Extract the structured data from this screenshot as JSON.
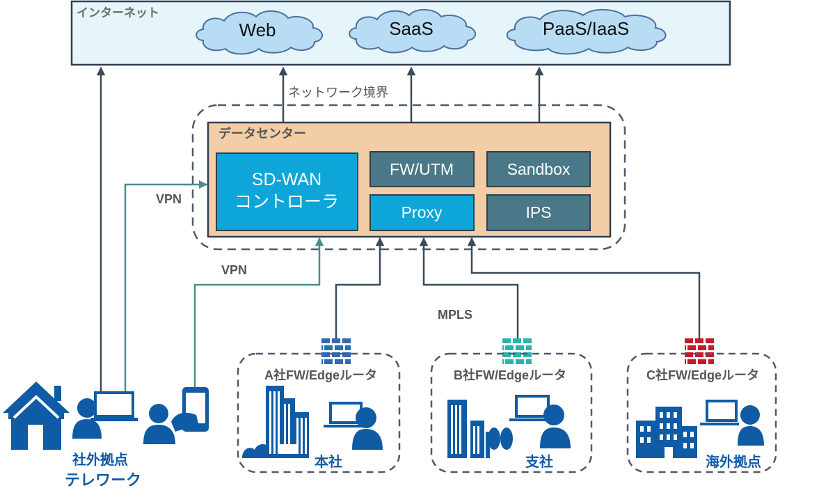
{
  "internet": {
    "label": "インターネット",
    "clouds": [
      "Web",
      "SaaS",
      "PaaS/IaaS"
    ]
  },
  "boundary_label": "ネットワーク境界",
  "datacenter": {
    "label": "データセンター",
    "controller_line1": "SD-WAN",
    "controller_line2": "コントローラ",
    "fw_utm": "FW/UTM",
    "sandbox": "Sandbox",
    "proxy": "Proxy",
    "ips": "IPS"
  },
  "links": {
    "vpn_upper": "VPN",
    "vpn_lower": "VPN",
    "mpls": "MPLS"
  },
  "remote": {
    "line1": "社外拠点",
    "line2": "テレワーク"
  },
  "sites": [
    {
      "router": "A社FW/Edgeルータ",
      "name": "本社",
      "firewall_color": "#2d6cb4"
    },
    {
      "router": "B社FW/Edgeルータ",
      "name": "支社",
      "firewall_color": "#2bb3ac"
    },
    {
      "router": "C社FW/Edgeルータ",
      "name": "海外拠点",
      "firewall_color": "#c8192b"
    }
  ],
  "colors": {
    "internet_bg": "#e5f5f9",
    "datacenter_bg": "#f2cda6",
    "controller": "#0ea5d8",
    "security_box": "#4a7888",
    "proxy": "#0ea5d8",
    "cloud_fill": "#b8dcf4",
    "cloud_stroke": "#4e6f9e",
    "icon_blue": "#0f5ba6",
    "vpn_line": "#4b8c8c",
    "dark_line": "#3b4a5c"
  }
}
